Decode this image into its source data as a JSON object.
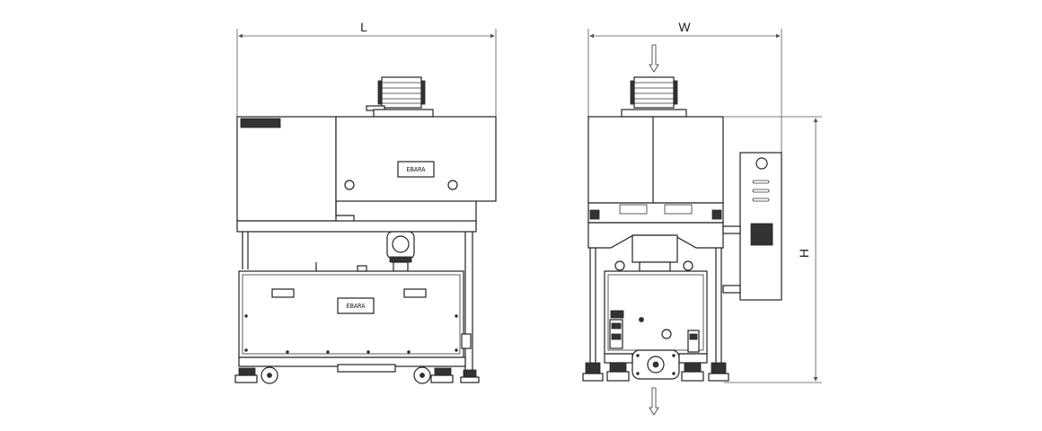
{
  "dimensions": {
    "length_label": "L",
    "width_label": "W",
    "height_label": "H"
  },
  "logos": {
    "front_top": "EBARA",
    "front_pump": "EBARA"
  },
  "colors": {
    "line": "#222222",
    "background": "#ffffff"
  }
}
